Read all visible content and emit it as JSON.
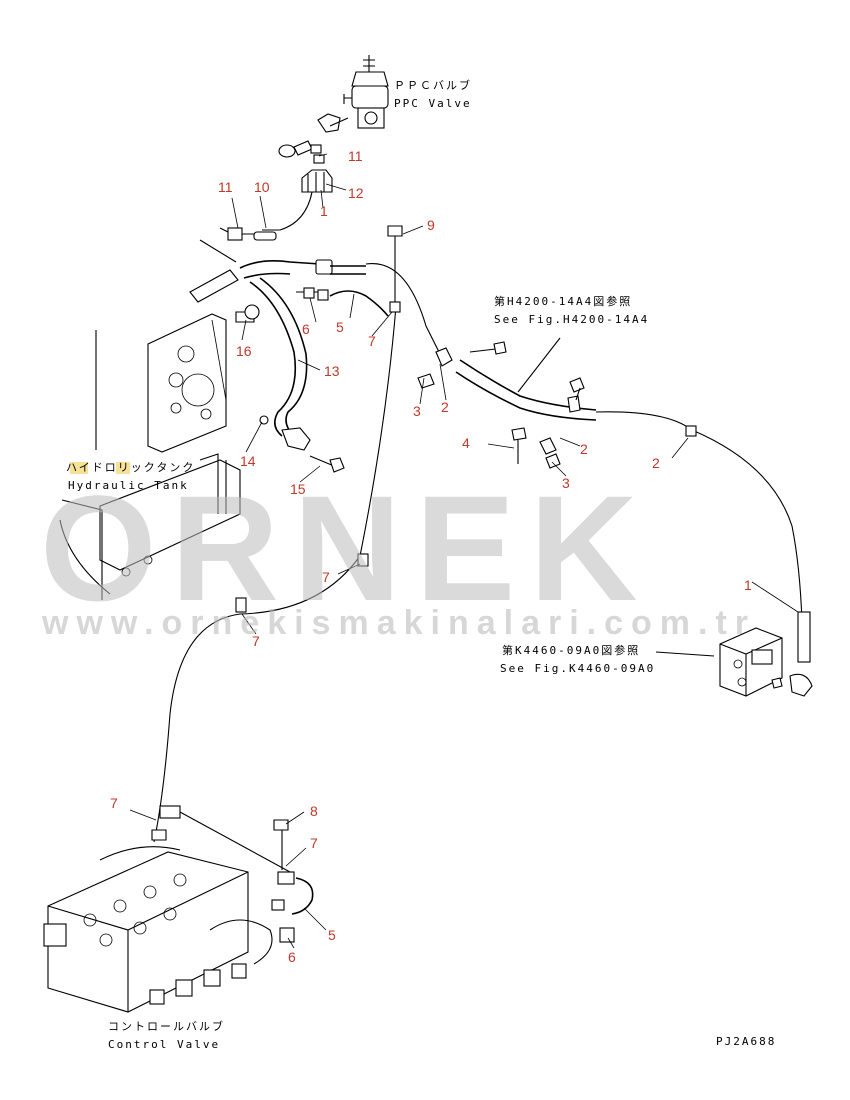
{
  "labels": {
    "ppc_valve_jp": "ＰＰＣバルブ",
    "ppc_valve_en": "PPC Valve",
    "hydraulic_tank_jp": "ハイドロリックタンク",
    "hydraulic_tank_en": "Hydraulic Tank",
    "control_valve_jp": "コントロールバルブ",
    "control_valve_en": "Control Valve",
    "ref_h4200_jp": "第H4200-14A4図参照",
    "ref_h4200_en": "See Fig.H4200-14A4",
    "ref_k4460_jp": "第K4460-09A0図参照",
    "ref_k4460_en": "See Fig.K4460-09A0",
    "drawing_code": "PJ2A688"
  },
  "callouts": [
    "11",
    "10",
    "11",
    "12",
    "1",
    "9",
    "6",
    "5",
    "7",
    "13",
    "16",
    "2",
    "3",
    "4",
    "2",
    "3",
    "2",
    "14",
    "15",
    "7",
    "7",
    "1",
    "7",
    "8",
    "7",
    "5",
    "6"
  ],
  "watermark": {
    "brand": "ORNEK",
    "url": "www.ornekismakinalari.com.tr"
  },
  "colors": {
    "callout": "#c0392b",
    "line": "#000000",
    "watermark": "#bdbdbd",
    "highlight": "#f3d36b"
  }
}
